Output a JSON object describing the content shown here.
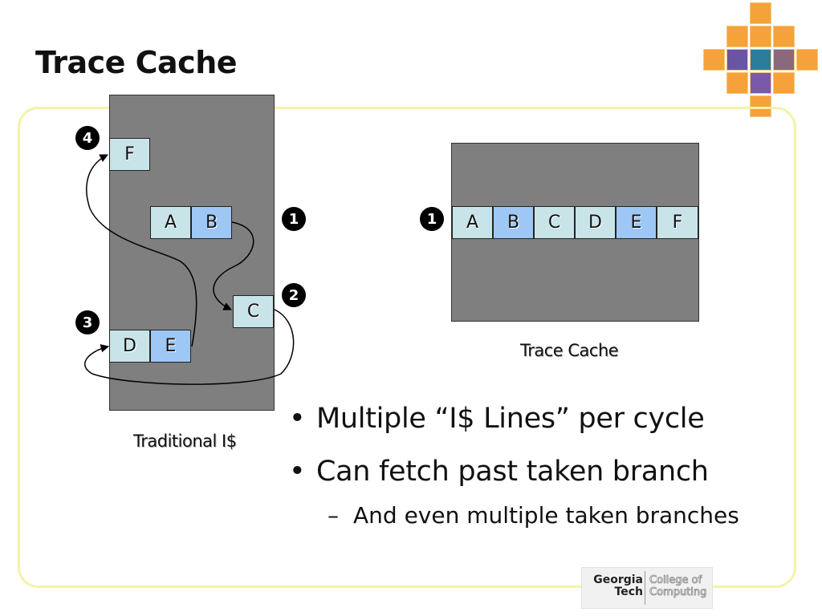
{
  "title": "Trace Cache",
  "traditional": {
    "caption": "Traditional I$",
    "blocks": [
      {
        "label": "F",
        "color": "#c8e4e8"
      },
      {
        "label": "A",
        "color": "#c8e4e8"
      },
      {
        "label": "B",
        "color": "#9ec7f5"
      },
      {
        "label": "C",
        "color": "#c8e4e8"
      },
      {
        "label": "D",
        "color": "#c8e4e8"
      },
      {
        "label": "E",
        "color": "#9ec7f5"
      }
    ],
    "step_markers": [
      "❶",
      "❷",
      "❸",
      "❹"
    ]
  },
  "trace_cache": {
    "caption": "Trace Cache",
    "marker": "❶",
    "line": [
      {
        "label": "A",
        "color": "#c8e4e8"
      },
      {
        "label": "B",
        "color": "#9ec7f5"
      },
      {
        "label": "C",
        "color": "#c8e4e8"
      },
      {
        "label": "D",
        "color": "#c8e4e8"
      },
      {
        "label": "E",
        "color": "#9ec7f5"
      },
      {
        "label": "F",
        "color": "#c8e4e8"
      }
    ]
  },
  "bullets": [
    {
      "text": "Multiple “I$ Lines” per cycle"
    },
    {
      "text": "Can fetch past taken branch"
    }
  ],
  "sub_bullets": [
    {
      "text": "And even multiple taken branches"
    }
  ],
  "bullet_glyph": "•",
  "dash_glyph": "–",
  "logo": {
    "name": "Georgia Tech",
    "line1": "Georgia",
    "line2": "Tech",
    "dept1": "College of",
    "dept2": "Computing"
  },
  "colors": {
    "cache_fill": "#7f7f7f",
    "block_teal": "#c8e4e8",
    "block_blue": "#9ec7f5",
    "frame": "#f4f2a8",
    "logo_orange": "#f5a23a"
  }
}
